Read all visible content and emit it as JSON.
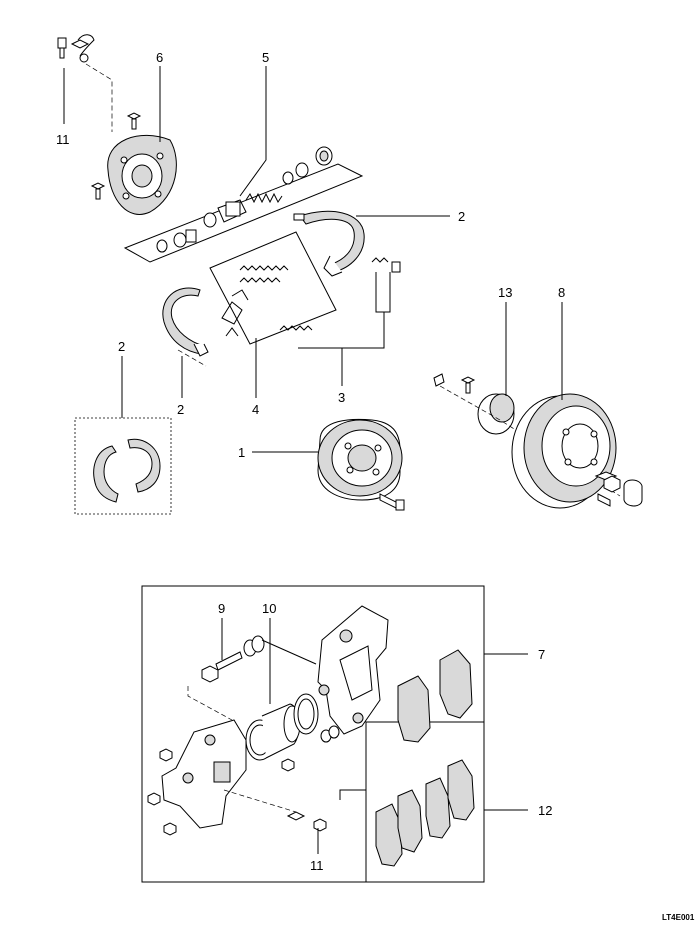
{
  "diagram_code": "LT4E001",
  "callouts": {
    "c1": "1",
    "c2a": "2",
    "c2b": "2",
    "c2c": "2",
    "c3": "3",
    "c4": "4",
    "c5": "5",
    "c6": "6",
    "c7": "7",
    "c8": "8",
    "c9": "9",
    "c10": "10",
    "c11a": "11",
    "c11b": "11",
    "c12": "12",
    "c13": "13"
  }
}
